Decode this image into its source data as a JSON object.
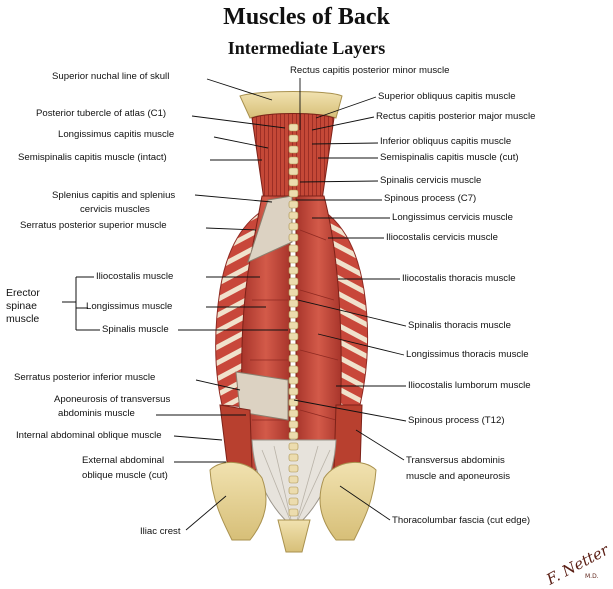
{
  "title": "Muscles of Back",
  "subtitle": "Intermediate Layers",
  "colors": {
    "muscle": "#c8473a",
    "muscle_dark": "#8f2a22",
    "bone": "#e9d59a",
    "aponeurosis": "#e4e0d8",
    "signature": "#5a1e14"
  },
  "labels_left": [
    "Superior nuchal line of skull",
    "Posterior tubercle of atlas (C1)",
    "Longissimus capitis muscle",
    "Semispinalis capitis muscle (intact)",
    "Splenius capitis and splenius",
    "cervicis muscles",
    "Serratus posterior superior muscle",
    "Iliocostalis muscle",
    "Longissimus muscle",
    "Spinalis muscle",
    "Serratus posterior inferior muscle",
    "Aponeurosis of transversus",
    "abdominis muscle",
    "Internal abdominal oblique muscle",
    "External abdominal",
    "oblique muscle (cut)",
    "Iliac crest"
  ],
  "group_label": [
    "Erector",
    "spinae",
    "muscle"
  ],
  "labels_right": [
    "Rectus capitis posterior minor muscle",
    "Superior obliquus capitis muscle",
    "Rectus capitis posterior major muscle",
    "Inferior obliquus capitis muscle",
    "Semispinalis capitis muscle (cut)",
    "Spinalis cervicis muscle",
    "Spinous process (C7)",
    "Longissimus cervicis muscle",
    "Iliocostalis cervicis muscle",
    "Iliocostalis thoracis muscle",
    "Spinalis thoracis muscle",
    "Longissimus thoracis muscle",
    "Iliocostalis lumborum muscle",
    "Spinous process (T12)",
    "Transversus abdominis",
    "muscle and aponeurosis",
    "Thoracolumbar fascia (cut edge)"
  ],
  "signature": {
    "name": "F. Netter",
    "suffix": "M.D."
  }
}
